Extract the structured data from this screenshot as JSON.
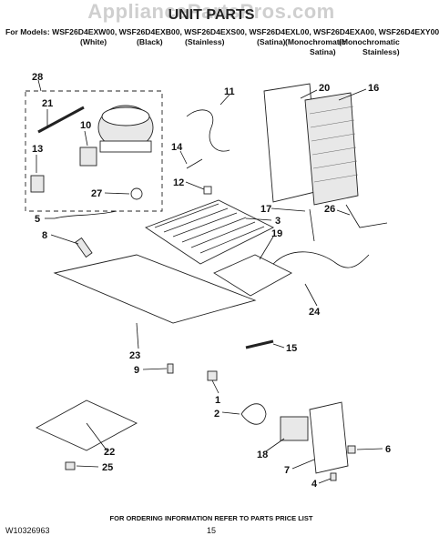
{
  "watermark": "AppliancePartsPros.com",
  "title": "UNIT PARTS",
  "models_line": "For Models: WSF26D4EXW00, WSF26D4EXB00, WSF26D4EXS00, WSF26D4EXL00, WSF26D4EXA00, WSF26D4EXY00",
  "variants": [
    "(White)",
    "(Black)",
    "(Stainless)",
    "(Satina)",
    "(Monochromatic",
    "(Monochromatic",
    "Satina)",
    "Stainless)"
  ],
  "callouts": [
    "28",
    "21",
    "10",
    "13",
    "27",
    "5",
    "8",
    "11",
    "14",
    "12",
    "20",
    "16",
    "3",
    "19",
    "17",
    "26",
    "24",
    "23",
    "9",
    "15",
    "1",
    "2",
    "18",
    "7",
    "6",
    "4",
    "22",
    "25"
  ],
  "footer": {
    "doc_code": "W10326963",
    "note": "FOR ORDERING INFORMATION REFER TO PARTS PRICE LIST",
    "page": "15"
  }
}
